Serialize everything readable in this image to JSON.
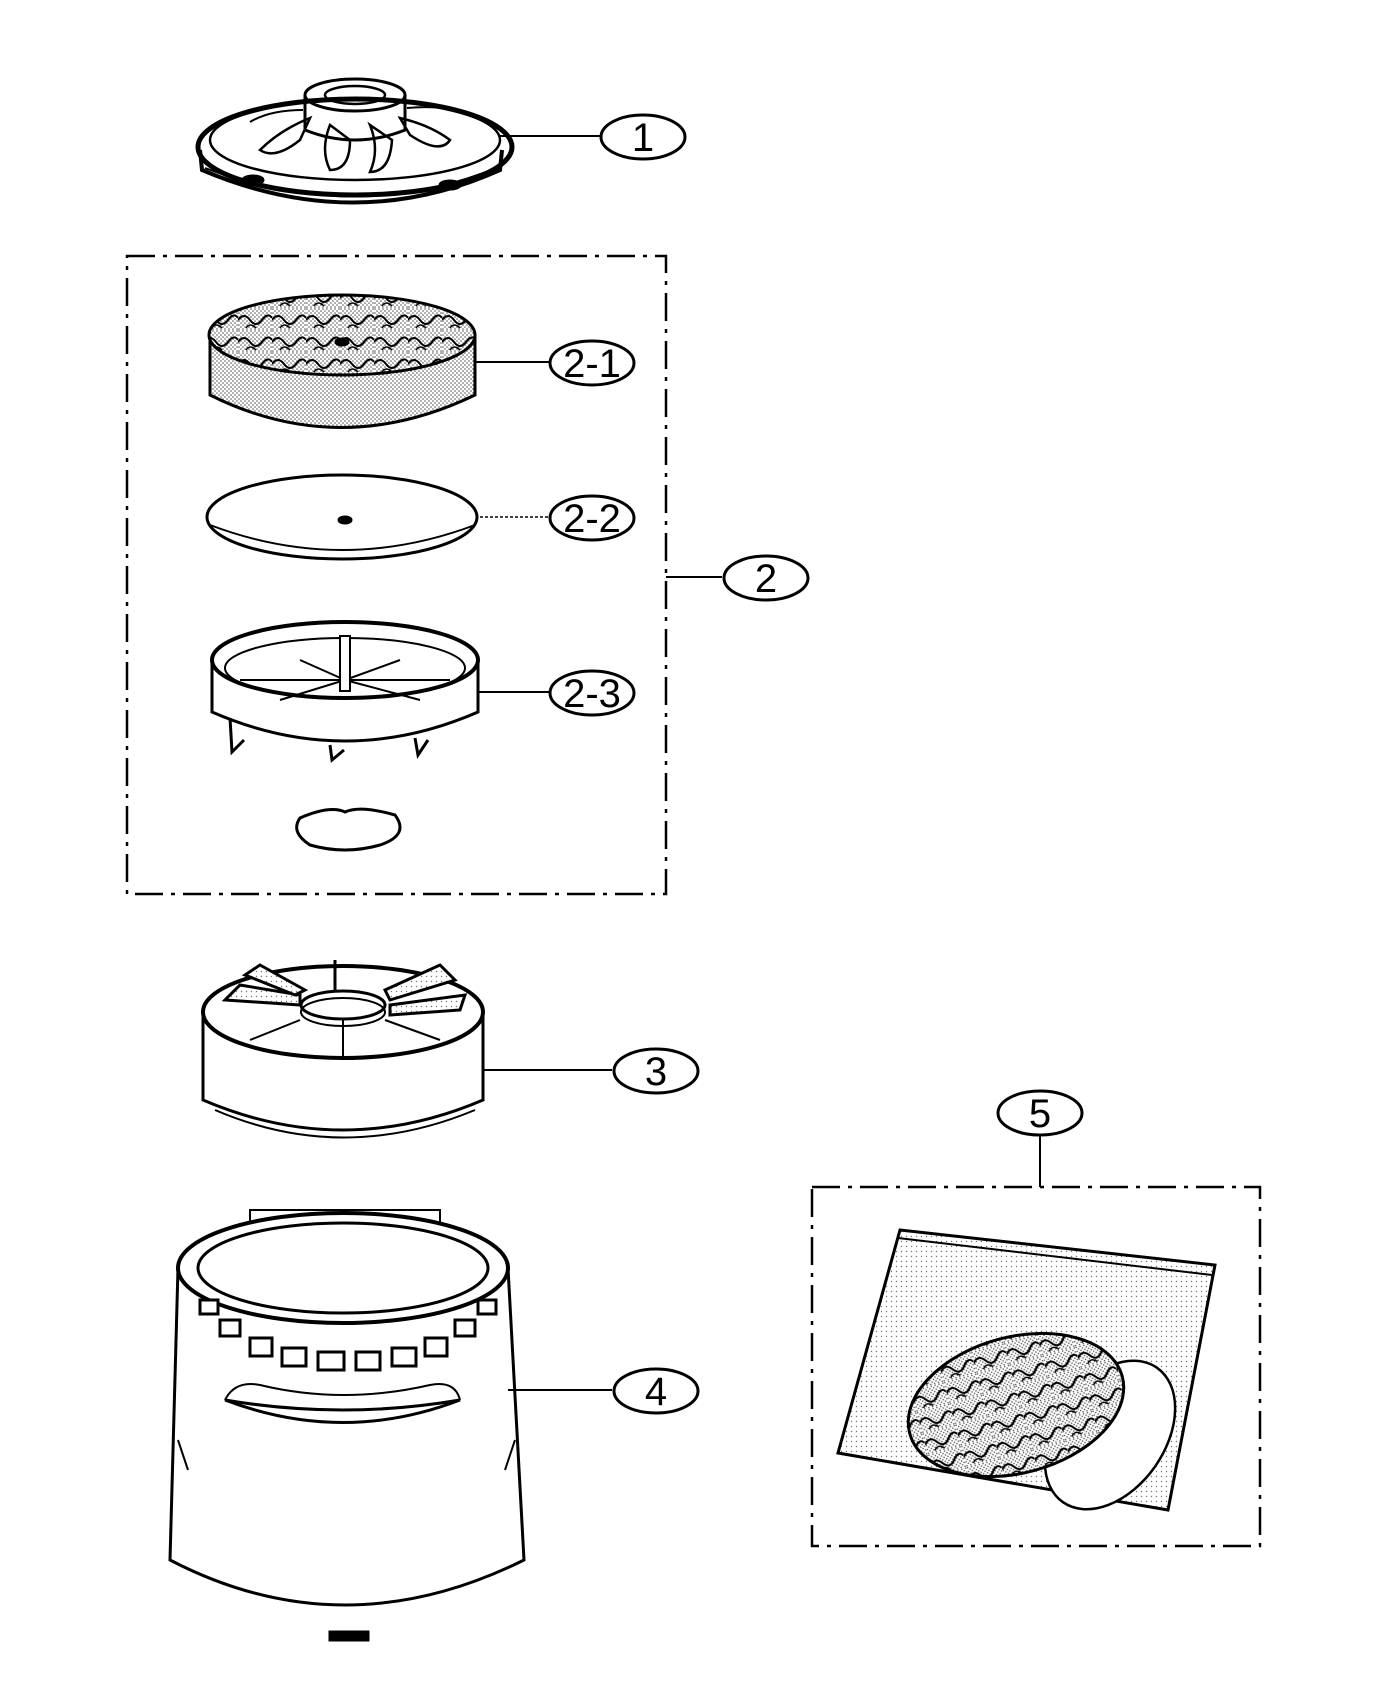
{
  "diagram": {
    "callouts": [
      {
        "id": "c1",
        "label": "1"
      },
      {
        "id": "c2",
        "label": "2"
      },
      {
        "id": "c21",
        "label": "2-1"
      },
      {
        "id": "c22",
        "label": "2-2"
      },
      {
        "id": "c23",
        "label": "2-3"
      },
      {
        "id": "c3",
        "label": "3"
      },
      {
        "id": "c4",
        "label": "4"
      },
      {
        "id": "c5",
        "label": "5"
      }
    ]
  }
}
